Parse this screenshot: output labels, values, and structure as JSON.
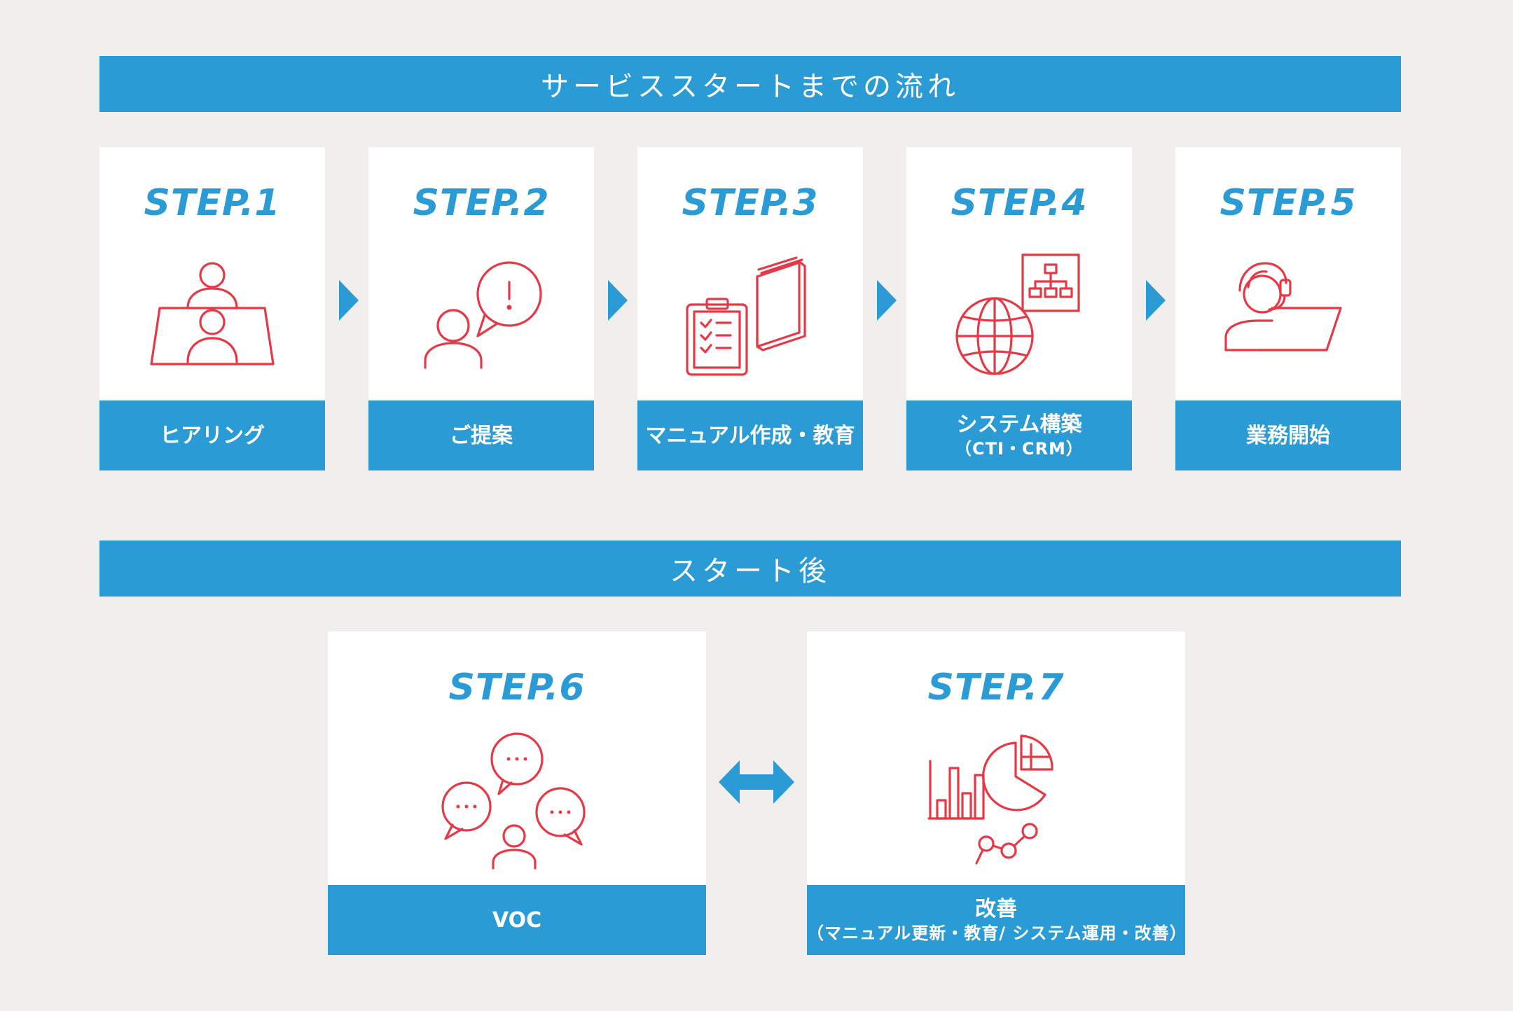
{
  "banner_top": "サービススタートまでの流れ",
  "banner_bottom": "スタート後",
  "colors": {
    "accent": "#2a9bd4",
    "icon": "#e63946",
    "background": "#f0efed"
  },
  "steps": [
    {
      "title": "STEP.1",
      "label": "ヒアリング",
      "sub": "",
      "icon": "meeting-icon"
    },
    {
      "title": "STEP.2",
      "label": "ご提案",
      "sub": "",
      "icon": "proposal-icon"
    },
    {
      "title": "STEP.3",
      "label": "マニュアル作成・教育",
      "sub": "",
      "icon": "manual-icon"
    },
    {
      "title": "STEP.4",
      "label": "システム構築",
      "sub": "（CTI・CRM）",
      "icon": "system-icon"
    },
    {
      "title": "STEP.5",
      "label": "業務開始",
      "sub": "",
      "icon": "operator-icon"
    },
    {
      "title": "STEP.6",
      "label": "VOC",
      "sub": "",
      "icon": "voice-icon"
    },
    {
      "title": "STEP.7",
      "label": "改善",
      "sub": "（マニュアル更新・教育/ システム運用・改善）",
      "icon": "analytics-icon"
    }
  ]
}
